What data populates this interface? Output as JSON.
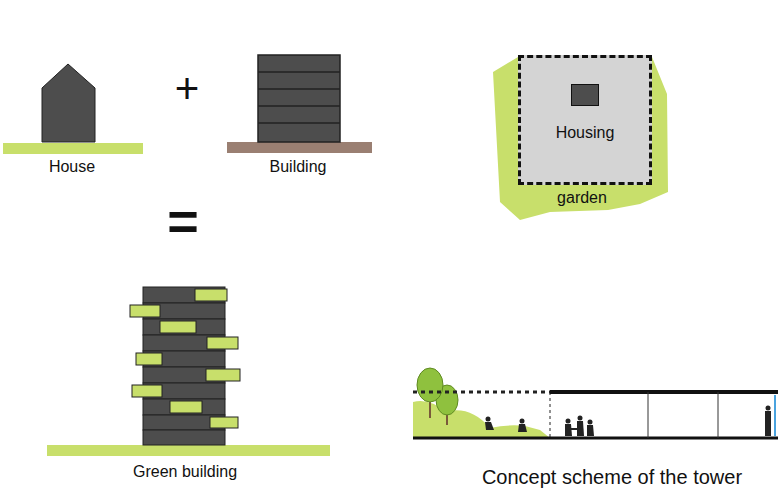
{
  "diagram": {
    "caption": "Concept scheme of the tower",
    "nodes": [
      {
        "text": [
          "garden"
        ]
      },
      {
        "text": [
          "Housing"
        ],
        "in": 0
      }
    ],
    "labels": [
      "House",
      "+",
      "Building",
      "=",
      "Green building"
    ]
  }
}
